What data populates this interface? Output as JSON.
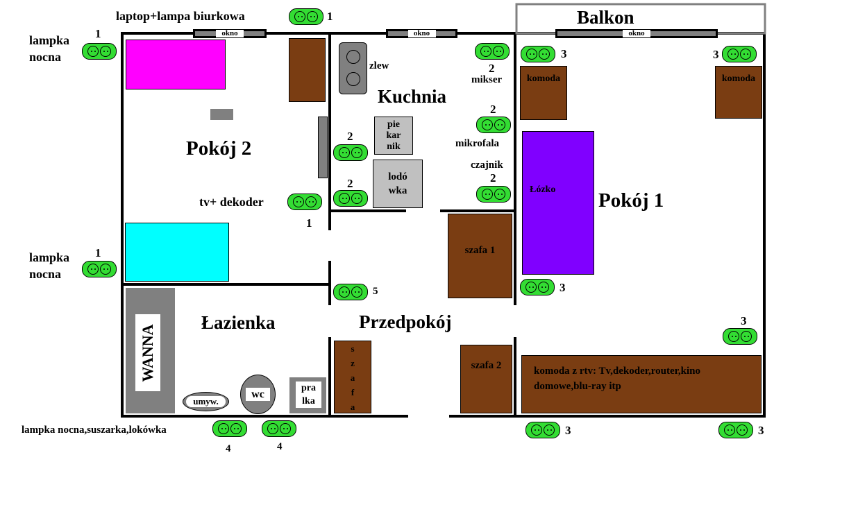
{
  "rooms": {
    "pokoj2": "Pokój 2",
    "kuchnia": "Kuchnia",
    "pokoj1": "Pokój 1",
    "lazienka": "Łazienka",
    "przedpokoj": "Przedpokój",
    "balkon": "Balkon"
  },
  "windows": {
    "label": "okno"
  },
  "furniture": {
    "zlew": "zlew",
    "piekarnik": [
      "pie",
      "kar",
      "nik"
    ],
    "lodowka": [
      "lodó",
      "wka"
    ],
    "komoda": "komoda",
    "lozko": "Łózko",
    "szafa1": "szafa 1",
    "szafa2": "szafa 2",
    "wanna": "WANNA",
    "umyw": "umyw.",
    "wc": "wc",
    "pralka": [
      "pra",
      "lka"
    ],
    "szafa_vert": [
      "s",
      "z",
      "a",
      "f",
      "a"
    ],
    "komoda_rtv": "komoda z rtv: Tv,dekoder,router,kino domowe,blu-ray itp"
  },
  "labels": {
    "laptop": "laptop+lampa biurkowa",
    "lampka_nocna_1": [
      "lampka",
      "nocna"
    ],
    "lampka_nocna_2": [
      "lampka",
      "nocna"
    ],
    "tv_dekoder": "tv+ dekoder",
    "mikser": "mikser",
    "mikrofala": "mikrofala",
    "czajnik": "czajnik",
    "lazienka_devices": "lampka nocna,suszarka,lokówka"
  },
  "numbers": {
    "laptop": "1",
    "lampka1": "1",
    "lampka2": "1",
    "tv": "1",
    "mikser": "2",
    "mikrofala": "2",
    "czajnik": "2",
    "kitchen_left_1": "2",
    "kitchen_left_2": "2",
    "hall": "5",
    "p1_top_left": "3",
    "p1_top_right": "3",
    "p1_mid": "3",
    "p1_right": "3",
    "p1_bottom_left": "3",
    "p1_bottom_right": "3",
    "bath_1": "4",
    "bath_2": "4"
  },
  "colors": {
    "wall": "#000000",
    "socket": "#33dd33",
    "bed_magenta": "#ff00ff",
    "bed_cyan": "#00ffff",
    "bed_purple": "#8000ff",
    "wood": "#7a3d12",
    "appliance": "#c0c0c0",
    "fixture": "#808080"
  }
}
